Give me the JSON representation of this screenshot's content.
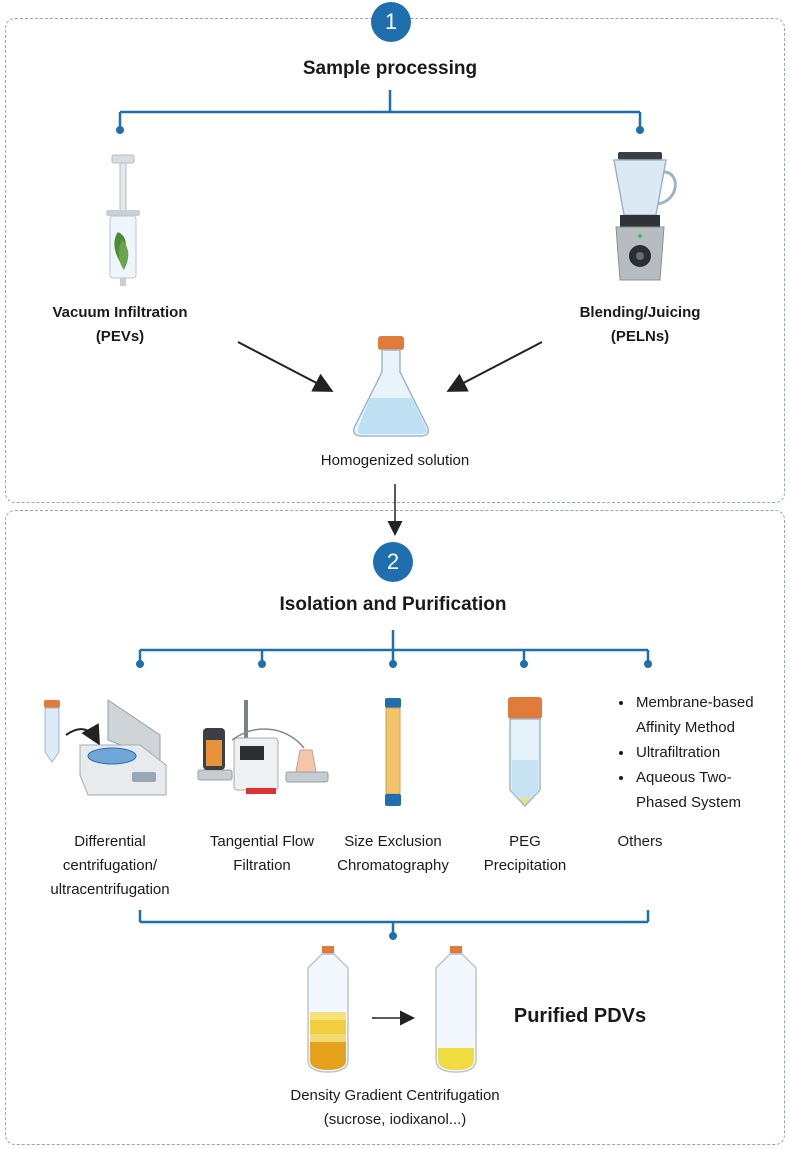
{
  "step1": {
    "number": "1",
    "title": "Sample processing",
    "left_method": {
      "line1": "Vacuum Infiltration",
      "line2": "(PEVs)"
    },
    "right_method": {
      "line1": "Blending/Juicing",
      "line2": "(PELNs)"
    },
    "center_label": "Homogenized solution"
  },
  "step2": {
    "number": "2",
    "title": "Isolation and Purification",
    "methods": [
      {
        "line1": "Differential",
        "line2": "centrifugation/",
        "line3": "ultracentrifugation"
      },
      {
        "line1": "Tangential Flow",
        "line2": "Filtration"
      },
      {
        "line1": "Size Exclusion",
        "line2": "Chromatography"
      },
      {
        "line1": "PEG",
        "line2": "Precipitation"
      },
      {
        "line1": "Others"
      }
    ],
    "others_list": [
      {
        "a": "Membrane-based",
        "b": "Affinity Method"
      },
      {
        "a": "Ultrafiltration",
        "b": ""
      },
      {
        "a": "Aqueous Two-",
        "b": "Phased System"
      }
    ],
    "result_label": "Purified PDVs",
    "gradient_label": {
      "line1": "Density Gradient Centrifugation",
      "line2": "(sucrose, iodixanol...)"
    }
  },
  "colors": {
    "accent": "#1f6fae",
    "panel_border": "#8aa8c8",
    "orange_cap": "#e07b39",
    "gold": "#e6a21c",
    "yellow": "#f0dc40"
  }
}
